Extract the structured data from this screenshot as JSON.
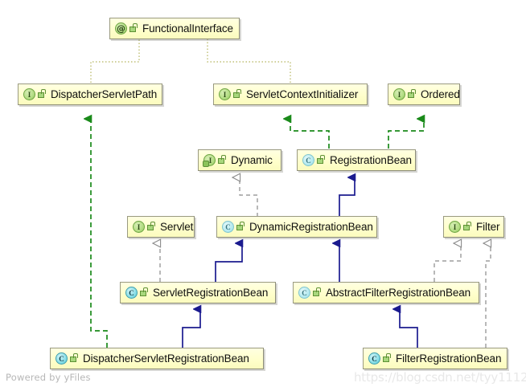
{
  "diagram": {
    "title": "Spring Boot servlet/filter registration class hierarchy",
    "colors": {
      "node_fill": "#ffffcc",
      "node_border": "#9a9a80",
      "implements_green": "#1a8a1a",
      "extends_navy": "#1b1b8f",
      "implements_gray": "#888888",
      "annotation_olive": "#b3b35c"
    },
    "nodes": [
      {
        "id": "functional-interface",
        "name": "FunctionalInterface",
        "kind": "annotation",
        "icon": "annotation-icon",
        "badge": "@",
        "lock": "package-lock-icon"
      },
      {
        "id": "dispatcher-servlet-path",
        "name": "DispatcherServletPath",
        "kind": "interface",
        "icon": "interface-icon",
        "badge": "I",
        "lock": "package-lock-icon"
      },
      {
        "id": "servlet-context-initializer",
        "name": "ServletContextInitializer",
        "kind": "interface",
        "icon": "interface-icon",
        "badge": "I",
        "lock": "package-lock-icon"
      },
      {
        "id": "ordered",
        "name": "Ordered",
        "kind": "interface",
        "icon": "interface-icon",
        "badge": "I",
        "lock": "package-lock-icon"
      },
      {
        "id": "dynamic",
        "name": "Dynamic",
        "kind": "inner-interface",
        "icon": "inner-interface-icon",
        "badge": "I",
        "lock": "package-lock-icon"
      },
      {
        "id": "registration-bean",
        "name": "RegistrationBean",
        "kind": "class-abstract",
        "icon": "abstract-class-icon",
        "badge": "C",
        "lock": "package-lock-icon"
      },
      {
        "id": "servlet",
        "name": "Servlet",
        "kind": "interface",
        "icon": "interface-icon",
        "badge": "I",
        "lock": "package-lock-icon"
      },
      {
        "id": "dynamic-registration-bean",
        "name": "DynamicRegistrationBean",
        "kind": "class-abstract",
        "icon": "abstract-class-icon",
        "badge": "C",
        "lock": "package-lock-icon"
      },
      {
        "id": "filter",
        "name": "Filter",
        "kind": "interface",
        "icon": "interface-icon",
        "badge": "I",
        "lock": "package-lock-icon"
      },
      {
        "id": "servlet-registration-bean",
        "name": "ServletRegistrationBean",
        "kind": "class",
        "icon": "class-icon",
        "badge": "C",
        "lock": "package-lock-icon"
      },
      {
        "id": "abstract-filter-registration-bean",
        "name": "AbstractFilterRegistrationBean",
        "kind": "class-abstract",
        "icon": "abstract-class-icon",
        "badge": "C",
        "lock": "package-lock-icon"
      },
      {
        "id": "dispatcher-servlet-registration-bean",
        "name": "DispatcherServletRegistrationBean",
        "kind": "class",
        "icon": "class-icon",
        "badge": "C",
        "lock": "package-lock-icon"
      },
      {
        "id": "filter-registration-bean",
        "name": "FilterRegistrationBean",
        "kind": "class",
        "icon": "class-icon",
        "badge": "C",
        "lock": "package-lock-icon"
      }
    ],
    "edges": [
      {
        "from": "dispatcher-servlet-path",
        "to": "functional-interface",
        "type": "annotation"
      },
      {
        "from": "servlet-context-initializer",
        "to": "functional-interface",
        "type": "annotation"
      },
      {
        "from": "registration-bean",
        "to": "servlet-context-initializer",
        "type": "implements"
      },
      {
        "from": "registration-bean",
        "to": "ordered",
        "type": "implements"
      },
      {
        "from": "dynamic-registration-bean",
        "to": "dynamic",
        "type": "implements-gray"
      },
      {
        "from": "dynamic-registration-bean",
        "to": "registration-bean",
        "type": "extends"
      },
      {
        "from": "servlet-registration-bean",
        "to": "servlet",
        "type": "implements-gray"
      },
      {
        "from": "servlet-registration-bean",
        "to": "dynamic-registration-bean",
        "type": "extends"
      },
      {
        "from": "abstract-filter-registration-bean",
        "to": "dynamic-registration-bean",
        "type": "extends"
      },
      {
        "from": "abstract-filter-registration-bean",
        "to": "filter",
        "type": "implements-gray"
      },
      {
        "from": "dispatcher-servlet-registration-bean",
        "to": "dispatcher-servlet-path",
        "type": "implements"
      },
      {
        "from": "dispatcher-servlet-registration-bean",
        "to": "servlet-registration-bean",
        "type": "extends"
      },
      {
        "from": "filter-registration-bean",
        "to": "abstract-filter-registration-bean",
        "type": "extends"
      },
      {
        "from": "filter-registration-bean",
        "to": "filter",
        "type": "implements-gray"
      }
    ]
  },
  "watermarks": {
    "left": "Powered by yFiles",
    "right": "https://blog.csdn.net/tyy1112"
  }
}
